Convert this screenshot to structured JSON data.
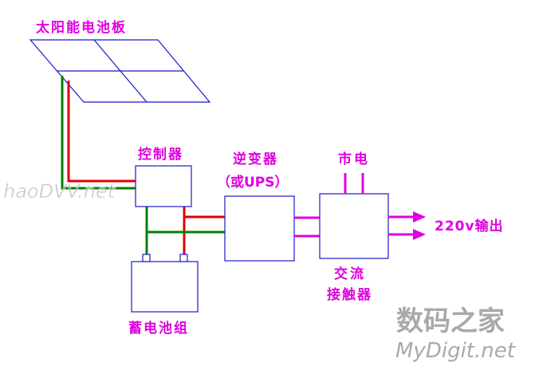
{
  "labels": {
    "solar_panel": "太阳能电池板",
    "controller": "控制器",
    "inverter_line1": "逆变器",
    "inverter_line2": "（或UPS）",
    "mains": "市电",
    "ac_contactor_line1": "交流",
    "ac_contactor_line2": "接触器",
    "output": "220v输出",
    "battery": "蓄电池组"
  },
  "watermarks": {
    "left": "haoDVV.net",
    "right_cn": "数码之家",
    "right_en": "MyDigit.net"
  },
  "colors": {
    "box_stroke": "#1a1acc",
    "label": "#e000e0",
    "wire_red": "#e00000",
    "wire_green": "#008000",
    "wire_magenta": "#e000e0",
    "watermark": "#9a9a9a"
  }
}
